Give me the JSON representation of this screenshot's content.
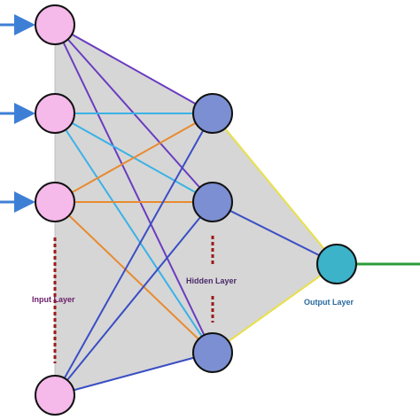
{
  "labels": {
    "input_layer": "Input Layer",
    "hidden_layer": "Hidden Layer",
    "output_layer": "Output Layer"
  },
  "colors": {
    "input_node": "#f5b9ea",
    "hidden_node": "#7b8fd2",
    "output_node": "#3cb3c9",
    "hull_fill": "#d6d6d6",
    "arrow": "#3e7fd6",
    "output_line": "#2e9c3b",
    "dash": "#9c1a1a",
    "input_label": "#6a1b6a",
    "hidden_label": "#4a2a6a",
    "output_label": "#2a6aa0",
    "edge_purple": "#6a3cc0",
    "edge_cyan": "#3ab2e6",
    "edge_orange": "#e88a2f",
    "edge_blue": "#3a4ec4",
    "edge_yellow": "#e8e04a"
  }
}
